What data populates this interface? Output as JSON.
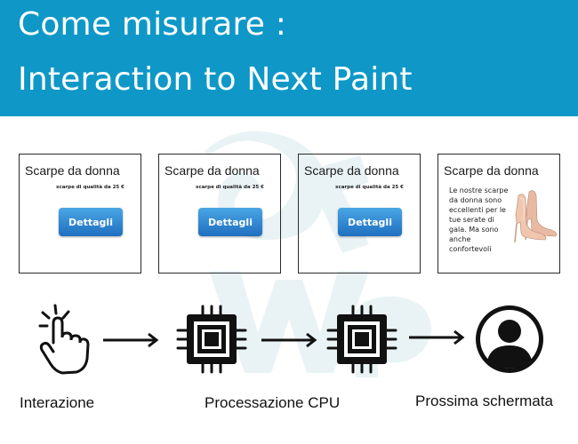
{
  "header": {
    "title_line1": "Come misurare :",
    "title_line2": "Interaction to Next Paint"
  },
  "cards": [
    {
      "title": "Scarpe da donna",
      "subtitle": "scarpe di qualità da 25 €",
      "button": "Dettagli"
    },
    {
      "title": "Scarpe da donna",
      "subtitle": "scarpe di qualità da 25 €",
      "button": "Dettagli"
    },
    {
      "title": "Scarpe da donna",
      "subtitle": "scarpe di qualità da 25 €",
      "button": "Dettagli"
    },
    {
      "title": "Scarpe da donna",
      "description": "Le nostre scarpe da donna sono eccellenti per le tue serate di gala. Ma sono anche confortevoli"
    }
  ],
  "flow": {
    "labels": [
      "Interazione",
      "Processazione CPU",
      "Prossima schermata"
    ],
    "icons": [
      "tap-hand-icon",
      "cpu-chip-icon",
      "cpu-chip-icon",
      "user-avatar-icon"
    ]
  },
  "colors": {
    "header_bg": "#0f98c7",
    "button_top": "#4aa6e4",
    "button_bottom": "#1f6fc0",
    "watermark": "#e8f3f7"
  }
}
